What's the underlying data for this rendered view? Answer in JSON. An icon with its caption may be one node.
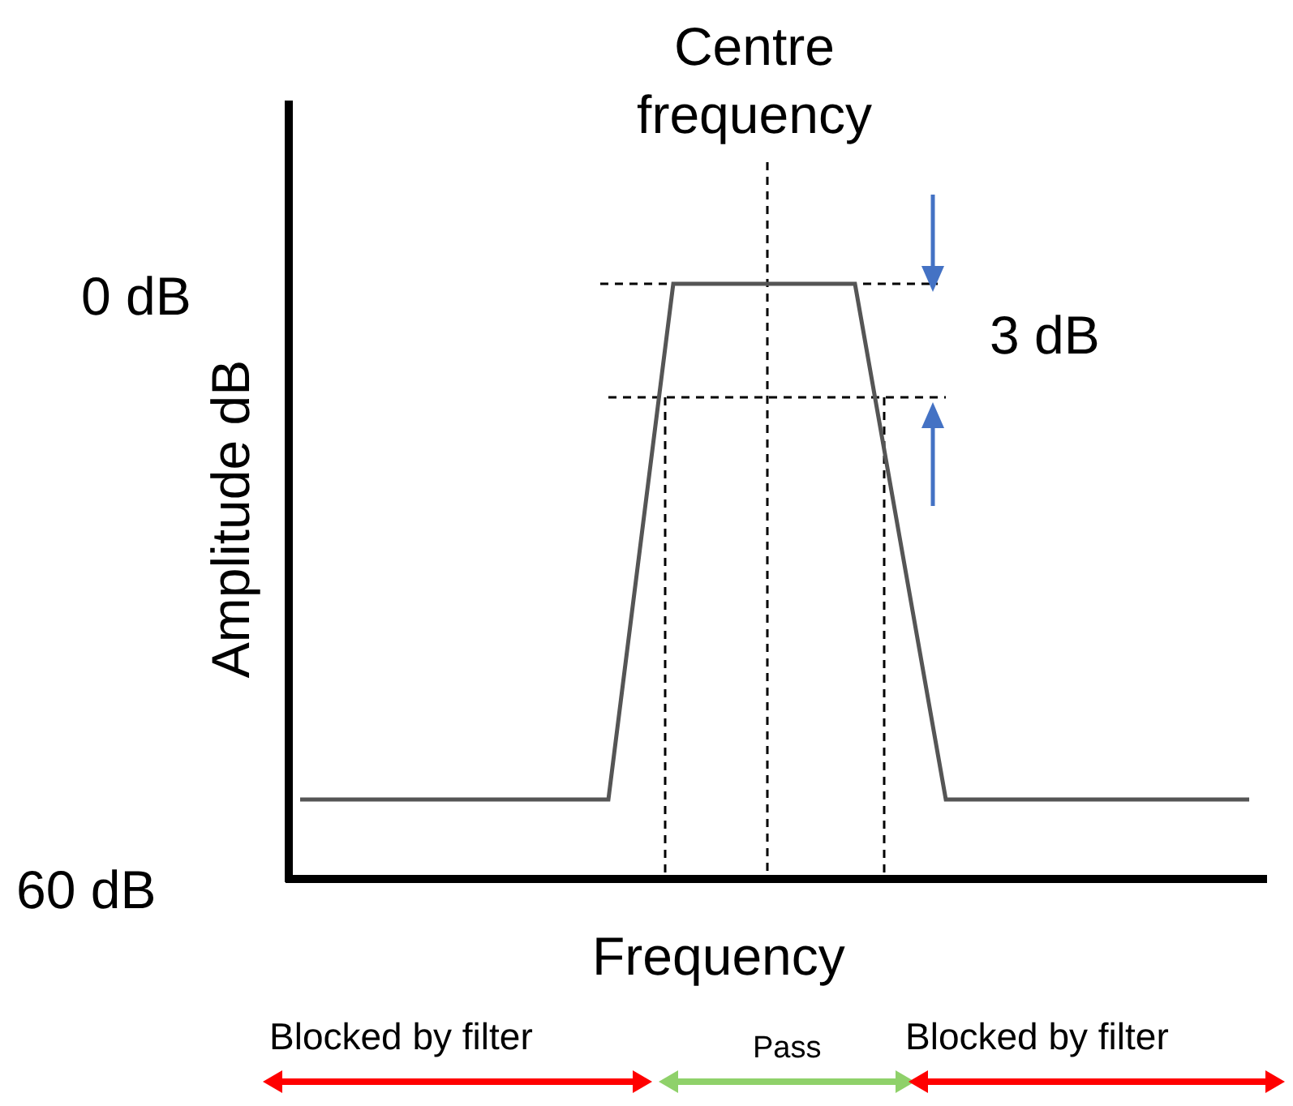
{
  "diagram": {
    "labels": [
      "Centre frequency",
      "0 dB",
      "3 dB",
      "Amplitude dB",
      "60 dB",
      "Frequency",
      "Blocked by filter",
      "Pass",
      "Blocked by filter"
    ]
  }
}
